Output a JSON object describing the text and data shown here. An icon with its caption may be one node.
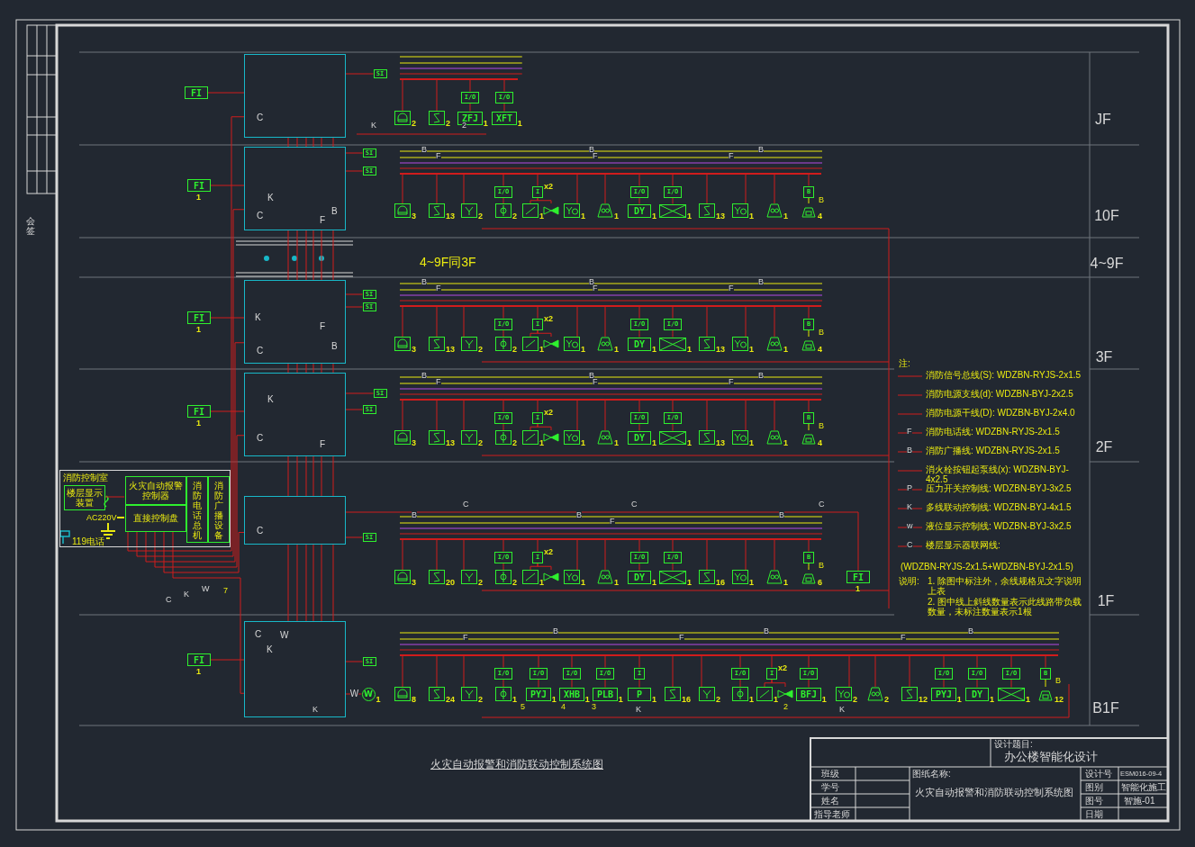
{
  "diagram": {
    "caption": "火灾自动报警和消防联动控制系统图",
    "nodes": [
      {
        "text": [
          "消防控制室"
        ]
      },
      {
        "text": [
          "楼层显示装置"
        ],
        "in": 0
      },
      {
        "text": [
          "火灾自动报警控制器"
        ],
        "in": 0
      },
      {
        "text": [
          "直接控制盘"
        ],
        "in": 0
      },
      {
        "text": [
          "消防电话总机"
        ],
        "in": 0
      },
      {
        "text": [
          "消防广播设备"
        ],
        "in": 0
      },
      {
        "text": [
          "FI"
        ]
      },
      {
        "text": [
          "C"
        ]
      },
      {
        "text": [
          "SI"
        ]
      },
      {
        "text": [],
        "shape": "picture",
        "beside": [
          "2"
        ]
      },
      {
        "text": [],
        "shape": "picture",
        "beside": [
          "2"
        ]
      },
      {
        "text": [
          "I/O"
        ]
      },
      {
        "text": [
          "ZFJ"
        ],
        "beside": [
          "1"
        ]
      },
      {
        "text": [
          "I/O"
        ]
      },
      {
        "text": [
          "XFT"
        ],
        "beside": [
          "1"
        ]
      },
      {
        "text": [
          "FI"
        ],
        "beside": [
          "1"
        ]
      },
      {
        "text": [
          "K",
          "C",
          "F",
          "B"
        ]
      },
      {
        "text": [
          "SI"
        ]
      },
      {
        "text": [
          "SI"
        ]
      },
      {
        "text": [],
        "shape": "picture",
        "beside": [
          "3"
        ]
      },
      {
        "text": [],
        "shape": "picture",
        "beside": [
          "13"
        ]
      },
      {
        "text": [],
        "shape": "picture",
        "beside": [
          "2"
        ]
      },
      {
        "text": [
          "I/O"
        ]
      },
      {
        "text": [],
        "shape": "picture",
        "beside": [
          "2"
        ]
      },
      {
        "text": [
          "I"
        ],
        "beside": [
          "x2"
        ]
      },
      {
        "text": [],
        "shape": "picture",
        "beside": [
          "1"
        ]
      },
      {
        "text": [],
        "shape": "picture"
      },
      {
        "text": [],
        "shape": "picture",
        "beside": [
          "1"
        ]
      },
      {
        "text": [],
        "shape": "picture",
        "beside": [
          "1"
        ]
      },
      {
        "text": [
          "I/O"
        ]
      },
      {
        "text": [
          "DY"
        ],
        "beside": [
          "1"
        ]
      },
      {
        "text": [
          "I/O"
        ]
      },
      {
        "text": [],
        "shape": "picture",
        "beside": [
          "1"
        ]
      },
      {
        "text": [],
        "shape": "picture",
        "beside": [
          "13"
        ]
      },
      {
        "text": [],
        "shape": "picture",
        "beside": [
          "1"
        ]
      },
      {
        "text": [],
        "shape": "picture",
        "beside": [
          "1"
        ]
      },
      {
        "text": [
          "B"
        ]
      },
      {
        "text": [],
        "shape": "picture",
        "beside": [
          "4"
        ]
      },
      {
        "text": [
          "FI"
        ],
        "beside": [
          "1"
        ]
      },
      {
        "text": [
          "K",
          "C",
          "F",
          "B"
        ]
      },
      {
        "text": [
          "SI"
        ]
      },
      {
        "text": [
          "SI"
        ]
      },
      {
        "text": [],
        "shape": "picture",
        "beside": [
          "3"
        ]
      },
      {
        "text": [],
        "shape": "picture",
        "beside": [
          "13"
        ]
      },
      {
        "text": [],
        "shape": "picture",
        "beside": [
          "2"
        ]
      },
      {
        "text": [
          "I/O"
        ]
      },
      {
        "text": [],
        "shape": "picture",
        "beside": [
          "2"
        ]
      },
      {
        "text": [
          "I"
        ],
        "beside": [
          "x2"
        ]
      },
      {
        "text": [],
        "shape": "picture",
        "beside": [
          "1"
        ]
      },
      {
        "text": [],
        "shape": "picture"
      },
      {
        "text": [],
        "shape": "picture",
        "beside": [
          "1"
        ]
      },
      {
        "text": [],
        "shape": "picture",
        "beside": [
          "1"
        ]
      },
      {
        "text": [
          "I/O"
        ]
      },
      {
        "text": [
          "DY"
        ],
        "beside": [
          "1"
        ]
      },
      {
        "text": [
          "I/O"
        ]
      },
      {
        "text": [],
        "shape": "picture",
        "beside": [
          "1"
        ]
      },
      {
        "text": [],
        "shape": "picture",
        "beside": [
          "13"
        ]
      },
      {
        "text": [],
        "shape": "picture",
        "beside": [
          "1"
        ]
      },
      {
        "text": [],
        "shape": "picture",
        "beside": [
          "1"
        ]
      },
      {
        "text": [
          "B"
        ]
      },
      {
        "text": [],
        "shape": "picture",
        "beside": [
          "4"
        ]
      },
      {
        "text": [
          "FI"
        ],
        "beside": [
          "1"
        ]
      },
      {
        "text": [
          "K",
          "C",
          "F"
        ]
      },
      {
        "text": [
          "SI"
        ]
      },
      {
        "text": [
          "SI"
        ]
      },
      {
        "text": [],
        "shape": "picture",
        "beside": [
          "3"
        ]
      },
      {
        "text": [],
        "shape": "picture",
        "beside": [
          "13"
        ]
      },
      {
        "text": [],
        "shape": "picture",
        "beside": [
          "2"
        ]
      },
      {
        "text": [
          "I/O"
        ]
      },
      {
        "text": [],
        "shape": "picture",
        "beside": [
          "2"
        ]
      },
      {
        "text": [
          "I"
        ],
        "beside": [
          "x2"
        ]
      },
      {
        "text": [],
        "shape": "picture",
        "beside": [
          "1"
        ]
      },
      {
        "text": [],
        "shape": "picture"
      },
      {
        "text": [],
        "shape": "picture",
        "beside": [
          "1"
        ]
      },
      {
        "text": [],
        "shape": "picture",
        "beside": [
          "1"
        ]
      },
      {
        "text": [
          "I/O"
        ]
      },
      {
        "text": [
          "DY"
        ],
        "beside": [
          "1"
        ]
      },
      {
        "text": [
          "I/O"
        ]
      },
      {
        "text": [],
        "shape": "picture",
        "beside": [
          "1"
        ]
      },
      {
        "text": [],
        "shape": "picture",
        "beside": [
          "13"
        ]
      },
      {
        "text": [],
        "shape": "picture",
        "beside": [
          "1"
        ]
      },
      {
        "text": [],
        "shape": "picture",
        "beside": [
          "1"
        ]
      },
      {
        "text": [
          "B"
        ]
      },
      {
        "text": [],
        "shape": "picture",
        "beside": [
          "4"
        ]
      },
      {
        "text": [
          "C"
        ]
      },
      {
        "text": [
          "SI"
        ]
      },
      {
        "text": [],
        "shape": "picture",
        "beside": [
          "3"
        ]
      },
      {
        "text": [],
        "shape": "picture",
        "beside": [
          "20"
        ]
      },
      {
        "text": [],
        "shape": "picture",
        "beside": [
          "2"
        ]
      },
      {
        "text": [
          "I/O"
        ]
      },
      {
        "text": [],
        "shape": "picture",
        "beside": [
          "2"
        ]
      },
      {
        "text": [
          "I"
        ],
        "beside": [
          "x2"
        ]
      },
      {
        "text": [],
        "shape": "picture",
        "beside": [
          "1"
        ]
      },
      {
        "text": [],
        "shape": "picture"
      },
      {
        "text": [],
        "shape": "picture",
        "beside": [
          "1"
        ]
      },
      {
        "text": [],
        "shape": "picture",
        "beside": [
          "1"
        ]
      },
      {
        "text": [
          "I/O"
        ]
      },
      {
        "text": [
          "DY"
        ],
        "beside": [
          "1"
        ]
      },
      {
        "text": [
          "I/O"
        ]
      },
      {
        "text": [],
        "shape": "picture",
        "beside": [
          "1"
        ]
      },
      {
        "text": [],
        "shape": "picture",
        "beside": [
          "16"
        ]
      },
      {
        "text": [],
        "shape": "picture",
        "beside": [
          "1"
        ]
      },
      {
        "text": [],
        "shape": "picture",
        "beside": [
          "1"
        ]
      },
      {
        "text": [
          "B"
        ]
      },
      {
        "text": [],
        "shape": "picture",
        "beside": [
          "6"
        ]
      },
      {
        "text": [
          "FI"
        ],
        "beside": [
          "1"
        ]
      },
      {
        "text": [
          "FI"
        ],
        "beside": [
          "1"
        ]
      },
      {
        "text": [
          "C",
          "K",
          "W"
        ]
      },
      {
        "text": [
          "SI"
        ]
      },
      {
        "text": [
          "W"
        ],
        "beside": [
          "1"
        ]
      },
      {
        "text": [],
        "shape": "picture",
        "beside": [
          "8"
        ]
      },
      {
        "text": [],
        "shape": "picture",
        "beside": [
          "24"
        ]
      },
      {
        "text": [],
        "shape": "picture",
        "beside": [
          "2"
        ]
      },
      {
        "text": [
          "I/O"
        ]
      },
      {
        "text": [],
        "shape": "picture",
        "beside": [
          "1"
        ]
      },
      {
        "text": [
          "I/O"
        ]
      },
      {
        "text": [
          "PYJ"
        ],
        "beside": [
          "1"
        ]
      },
      {
        "text": [
          "I/O"
        ]
      },
      {
        "text": [
          "XHB"
        ],
        "beside": [
          "1"
        ]
      },
      {
        "text": [
          "I/O"
        ]
      },
      {
        "text": [
          "PLB"
        ],
        "beside": [
          "1"
        ]
      },
      {
        "text": [
          "I"
        ]
      },
      {
        "text": [
          "P"
        ],
        "beside": [
          "1"
        ]
      },
      {
        "text": [],
        "shape": "picture",
        "beside": [
          "16"
        ]
      },
      {
        "text": [],
        "shape": "picture",
        "beside": [
          "2"
        ]
      },
      {
        "text": [
          "I/O"
        ]
      },
      {
        "text": [],
        "shape": "picture",
        "beside": [
          "1"
        ]
      },
      {
        "text": [
          "I"
        ],
        "beside": [
          "x2"
        ]
      },
      {
        "text": [],
        "shape": "picture",
        "beside": [
          "1"
        ]
      },
      {
        "text": [],
        "shape": "picture"
      },
      {
        "text": [
          "I/O"
        ]
      },
      {
        "text": [
          "BFJ"
        ],
        "beside": [
          "1"
        ]
      },
      {
        "text": [],
        "shape": "picture",
        "beside": [
          "2"
        ]
      },
      {
        "text": [],
        "shape": "picture",
        "beside": [
          "2"
        ]
      },
      {
        "text": [],
        "shape": "picture",
        "beside": [
          "12"
        ]
      },
      {
        "text": [
          "I/O"
        ]
      },
      {
        "text": [
          "PYJ"
        ],
        "beside": [
          "1"
        ]
      },
      {
        "text": [
          "I/O"
        ]
      },
      {
        "text": [
          "DY"
        ],
        "beside": [
          "1"
        ]
      },
      {
        "text": [
          "I/O"
        ]
      },
      {
        "text": [],
        "shape": "picture",
        "beside": [
          "1"
        ]
      },
      {
        "text": [
          "B"
        ]
      },
      {
        "text": [],
        "shape": "picture",
        "beside": [
          "12"
        ]
      },
      {
        "text": [
          "JF"
        ]
      },
      {
        "text": [
          "10F"
        ]
      },
      {
        "text": [
          "4~9F"
        ]
      },
      {
        "text": [
          "3F"
        ]
      },
      {
        "text": [
          "2F"
        ]
      },
      {
        "text": [
          "1F"
        ]
      },
      {
        "text": [
          "B1F"
        ]
      },
      {
        "text": [],
        "shape": "bar"
      },
      {
        "text": [],
        "shape": "bar"
      },
      {
        "text": [],
        "shape": "bar"
      },
      {
        "text": [],
        "shape": "bar"
      },
      {
        "text": [],
        "shape": "bar"
      },
      {
        "text": [],
        "shape": "bar"
      }
    ],
    "edges": [
      {
        "from": 1,
        "to": 2,
        "arrow": "none"
      },
      {
        "from": 3,
        "to": 7,
        "arrow": "none"
      },
      {
        "from": 3,
        "to": 16,
        "arrow": "none"
      },
      {
        "from": 3,
        "to": 39,
        "arrow": "none"
      },
      {
        "from": 3,
        "to": 62,
        "arrow": "none"
      },
      {
        "from": 3,
        "to": 84,
        "arrow": "none"
      },
      {
        "from": 3,
        "to": 107,
        "arrow": "none"
      },
      {
        "from": 6,
        "to": 7,
        "arrow": "none"
      },
      {
        "from": 15,
        "to": 16,
        "arrow": "none"
      },
      {
        "from": 38,
        "to": 39,
        "arrow": "none"
      },
      {
        "from": 61,
        "to": 62,
        "arrow": "none"
      },
      {
        "from": 106,
        "to": 107,
        "arrow": "none"
      },
      {
        "from": 84,
        "to": 105,
        "arrow": "none"
      },
      {
        "from": 107,
        "to": 109,
        "arrow": "none",
        "label": "W"
      },
      {
        "from": 11,
        "to": 12,
        "arrow": "none"
      },
      {
        "from": 13,
        "to": 14,
        "arrow": "none"
      },
      {
        "from": 22,
        "to": 23,
        "arrow": "none"
      },
      {
        "from": 24,
        "to": 25,
        "arrow": "none"
      },
      {
        "from": 24,
        "to": 26,
        "arrow": "none"
      },
      {
        "from": 29,
        "to": 30,
        "arrow": "none"
      },
      {
        "from": 31,
        "to": 32,
        "arrow": "none"
      },
      {
        "from": 36,
        "to": 37,
        "arrow": "none",
        "color": "#e8e800"
      },
      {
        "from": 45,
        "to": 46,
        "arrow": "none"
      },
      {
        "from": 47,
        "to": 48,
        "arrow": "none"
      },
      {
        "from": 47,
        "to": 49,
        "arrow": "none"
      },
      {
        "from": 52,
        "to": 53,
        "arrow": "none"
      },
      {
        "from": 54,
        "to": 55,
        "arrow": "none"
      },
      {
        "from": 59,
        "to": 60,
        "arrow": "none",
        "color": "#e8e800"
      },
      {
        "from": 68,
        "to": 69,
        "arrow": "none"
      },
      {
        "from": 70,
        "to": 71,
        "arrow": "none"
      },
      {
        "from": 70,
        "to": 72,
        "arrow": "none"
      },
      {
        "from": 75,
        "to": 76,
        "arrow": "none"
      },
      {
        "from": 77,
        "to": 78,
        "arrow": "none"
      },
      {
        "from": 82,
        "to": 83,
        "arrow": "none",
        "color": "#e8e800"
      },
      {
        "from": 89,
        "to": 90,
        "arrow": "none"
      },
      {
        "from": 91,
        "to": 92,
        "arrow": "none"
      },
      {
        "from": 91,
        "to": 93,
        "arrow": "none"
      },
      {
        "from": 96,
        "to": 97,
        "arrow": "none"
      },
      {
        "from": 98,
        "to": 99,
        "arrow": "none"
      },
      {
        "from": 103,
        "to": 104,
        "arrow": "none",
        "color": "#e8e800"
      },
      {
        "from": 113,
        "to": 114,
        "arrow": "none"
      },
      {
        "from": 115,
        "to": 116,
        "arrow": "none"
      },
      {
        "from": 117,
        "to": 118,
        "arrow": "none"
      },
      {
        "from": 119,
        "to": 120,
        "arrow": "none"
      },
      {
        "from": 121,
        "to": 122,
        "arrow": "none"
      },
      {
        "from": 125,
        "to": 126,
        "arrow": "none"
      },
      {
        "from": 127,
        "to": 128,
        "arrow": "none"
      },
      {
        "from": 127,
        "to": 129,
        "arrow": "none"
      },
      {
        "from": 130,
        "to": 131,
        "arrow": "none"
      },
      {
        "from": 135,
        "to": 136,
        "arrow": "none"
      },
      {
        "from": 137,
        "to": 138,
        "arrow": "none"
      },
      {
        "from": 139,
        "to": 140,
        "arrow": "none"
      },
      {
        "from": 141,
        "to": 142,
        "arrow": "none",
        "color": "#e8e800"
      },
      {
        "from": 7,
        "to": 16,
        "arrow": "none"
      },
      {
        "from": 16,
        "to": 39,
        "arrow": "none"
      },
      {
        "from": 39,
        "to": 62,
        "arrow": "none"
      },
      {
        "from": 62,
        "to": 84,
        "arrow": "none"
      },
      {
        "from": 84,
        "to": 107,
        "arrow": "none"
      },
      {
        "from": 7,
        "to": 8,
        "arrow": "none"
      },
      {
        "from": 16,
        "to": 17,
        "arrow": "none"
      },
      {
        "from": 16,
        "to": 18,
        "arrow": "none"
      },
      {
        "from": 39,
        "to": 40,
        "arrow": "none"
      },
      {
        "from": 39,
        "to": 41,
        "arrow": "none"
      },
      {
        "from": 62,
        "to": 63,
        "arrow": "none"
      },
      {
        "from": 62,
        "to": 64,
        "arrow": "none"
      },
      {
        "from": 84,
        "to": 85,
        "arrow": "none"
      },
      {
        "from": 107,
        "to": 108,
        "arrow": "none"
      },
      {
        "from": 150,
        "to": 9,
        "arrow": "none"
      },
      {
        "from": 150,
        "to": 10,
        "arrow": "none"
      },
      {
        "from": 150,
        "to": 11,
        "arrow": "none"
      },
      {
        "from": 150,
        "to": 13,
        "arrow": "none"
      },
      {
        "from": 151,
        "to": 19,
        "arrow": "none"
      },
      {
        "from": 151,
        "to": 20,
        "arrow": "none"
      },
      {
        "from": 151,
        "to": 21,
        "arrow": "none"
      },
      {
        "from": 151,
        "to": 22,
        "arrow": "none"
      },
      {
        "from": 151,
        "to": 24,
        "arrow": "none"
      },
      {
        "from": 151,
        "to": 27,
        "arrow": "none"
      },
      {
        "from": 151,
        "to": 28,
        "arrow": "none"
      },
      {
        "from": 151,
        "to": 29,
        "arrow": "none"
      },
      {
        "from": 151,
        "to": 31,
        "arrow": "none"
      },
      {
        "from": 151,
        "to": 33,
        "arrow": "none"
      },
      {
        "from": 151,
        "to": 34,
        "arrow": "none"
      },
      {
        "from": 151,
        "to": 35,
        "arrow": "none"
      },
      {
        "from": 151,
        "to": 36,
        "arrow": "none"
      },
      {
        "from": 152,
        "to": 42,
        "arrow": "none"
      },
      {
        "from": 152,
        "to": 43,
        "arrow": "none"
      },
      {
        "from": 152,
        "to": 44,
        "arrow": "none"
      },
      {
        "from": 152,
        "to": 45,
        "arrow": "none"
      },
      {
        "from": 152,
        "to": 47,
        "arrow": "none"
      },
      {
        "from": 152,
        "to": 50,
        "arrow": "none"
      },
      {
        "from": 152,
        "to": 51,
        "arrow": "none"
      },
      {
        "from": 152,
        "to": 52,
        "arrow": "none"
      },
      {
        "from": 152,
        "to": 54,
        "arrow": "none"
      },
      {
        "from": 152,
        "to": 56,
        "arrow": "none"
      },
      {
        "from": 152,
        "to": 57,
        "arrow": "none"
      },
      {
        "from": 152,
        "to": 58,
        "arrow": "none"
      },
      {
        "from": 152,
        "to": 59,
        "arrow": "none"
      },
      {
        "from": 153,
        "to": 65,
        "arrow": "none"
      },
      {
        "from": 153,
        "to": 66,
        "arrow": "none"
      },
      {
        "from": 153,
        "to": 67,
        "arrow": "none"
      },
      {
        "from": 153,
        "to": 68,
        "arrow": "none"
      },
      {
        "from": 153,
        "to": 70,
        "arrow": "none"
      },
      {
        "from": 153,
        "to": 73,
        "arrow": "none"
      },
      {
        "from": 153,
        "to": 74,
        "arrow": "none"
      },
      {
        "from": 153,
        "to": 75,
        "arrow": "none"
      },
      {
        "from": 153,
        "to": 77,
        "arrow": "none"
      },
      {
        "from": 153,
        "to": 79,
        "arrow": "none"
      },
      {
        "from": 153,
        "to": 80,
        "arrow": "none"
      },
      {
        "from": 153,
        "to": 81,
        "arrow": "none"
      },
      {
        "from": 153,
        "to": 82,
        "arrow": "none"
      },
      {
        "from": 154,
        "to": 86,
        "arrow": "none"
      },
      {
        "from": 154,
        "to": 87,
        "arrow": "none"
      },
      {
        "from": 154,
        "to": 88,
        "arrow": "none"
      },
      {
        "from": 154,
        "to": 89,
        "arrow": "none"
      },
      {
        "from": 154,
        "to": 91,
        "arrow": "none"
      },
      {
        "from": 154,
        "to": 94,
        "arrow": "none"
      },
      {
        "from": 154,
        "to": 95,
        "arrow": "none"
      },
      {
        "from": 154,
        "to": 96,
        "arrow": "none"
      },
      {
        "from": 154,
        "to": 98,
        "arrow": "none"
      },
      {
        "from": 154,
        "to": 100,
        "arrow": "none"
      },
      {
        "from": 154,
        "to": 101,
        "arrow": "none"
      },
      {
        "from": 154,
        "to": 102,
        "arrow": "none"
      },
      {
        "from": 154,
        "to": 103,
        "arrow": "none"
      },
      {
        "from": 155,
        "to": 110,
        "arrow": "none"
      },
      {
        "from": 155,
        "to": 111,
        "arrow": "none"
      },
      {
        "from": 155,
        "to": 112,
        "arrow": "none"
      },
      {
        "from": 155,
        "to": 113,
        "arrow": "none"
      },
      {
        "from": 155,
        "to": 115,
        "arrow": "none"
      },
      {
        "from": 155,
        "to": 117,
        "arrow": "none"
      },
      {
        "from": 155,
        "to": 119,
        "arrow": "none"
      },
      {
        "from": 155,
        "to": 121,
        "arrow": "none"
      },
      {
        "from": 155,
        "to": 123,
        "arrow": "none"
      },
      {
        "from": 155,
        "to": 124,
        "arrow": "none"
      },
      {
        "from": 155,
        "to": 125,
        "arrow": "none"
      },
      {
        "from": 155,
        "to": 127,
        "arrow": "none"
      },
      {
        "from": 155,
        "to": 130,
        "arrow": "none"
      },
      {
        "from": 155,
        "to": 132,
        "arrow": "none"
      },
      {
        "from": 155,
        "to": 133,
        "arrow": "none"
      },
      {
        "from": 155,
        "to": 134,
        "arrow": "none"
      },
      {
        "from": 155,
        "to": 135,
        "arrow": "none"
      },
      {
        "from": 155,
        "to": 137,
        "arrow": "none"
      },
      {
        "from": 155,
        "to": 139,
        "arrow": "none"
      },
      {
        "from": 155,
        "to": 141,
        "arrow": "none"
      }
    ],
    "labels": [
      "4~9F同3F",
      "K",
      "2",
      "B",
      "F",
      "B",
      "F",
      "B",
      "F",
      "B",
      "B",
      "F",
      "B",
      "F",
      "B",
      "F",
      "B",
      "B",
      "F",
      "B",
      "F",
      "B",
      "F",
      "B",
      "B",
      "C",
      "F",
      "B",
      "C",
      "B",
      "C",
      "B",
      "F",
      "B",
      "F",
      "B",
      "F",
      "B",
      "B",
      "K",
      "K",
      "K",
      "5",
      "4",
      "3",
      "2",
      "W",
      "7",
      "K",
      "C",
      "AC220V",
      "119电话",
      "F",
      "B",
      "P",
      "K",
      "w",
      "C",
      "注:",
      "(WDZBN-RYJS-2x1.5+WDZBN-BYJ-2x1.5)",
      "说明:",
      "1. 除图中标注外，余线规格见文字说明上表",
      "2. 图中线上斜线数量表示此线路带负载数量，未标注数量表示1根",
      "设计题目:",
      "办公楼智能化设计",
      "班级",
      "学号",
      "姓名",
      "指导老师",
      "图纸名称:",
      "火灾自动报警和消防联动控制系统图",
      "设计号",
      "ESM016-09-4",
      "图别",
      "智能化施工",
      "图号",
      "智施-01",
      "日期",
      "会签"
    ],
    "legend": [
      {
        "text": "消防信号总线(S): WDZBN-RYJS-2x1.5"
      },
      {
        "text": "消防电源支线(d): WDZBN-BYJ-2x2.5"
      },
      {
        "text": "消防电源干线(D): WDZBN-BYJ-2x4.0"
      },
      {
        "text": "消防电话线: WDZBN-RYJS-2x1.5"
      },
      {
        "text": "消防广播线: WDZBN-RYJS-2x1.5"
      },
      {
        "text": "消火栓按钮起泵线(x): WDZBN-BYJ-4x2.5"
      },
      {
        "text": "压力开关控制线: WDZBN-BYJ-3x2.5"
      },
      {
        "text": "多线联动控制线: WDZBN-BYJ-4x1.5"
      },
      {
        "text": "液位显示控制线: WDZBN-BYJ-3x2.5"
      },
      {
        "text": "楼层显示器联网线:"
      }
    ]
  }
}
